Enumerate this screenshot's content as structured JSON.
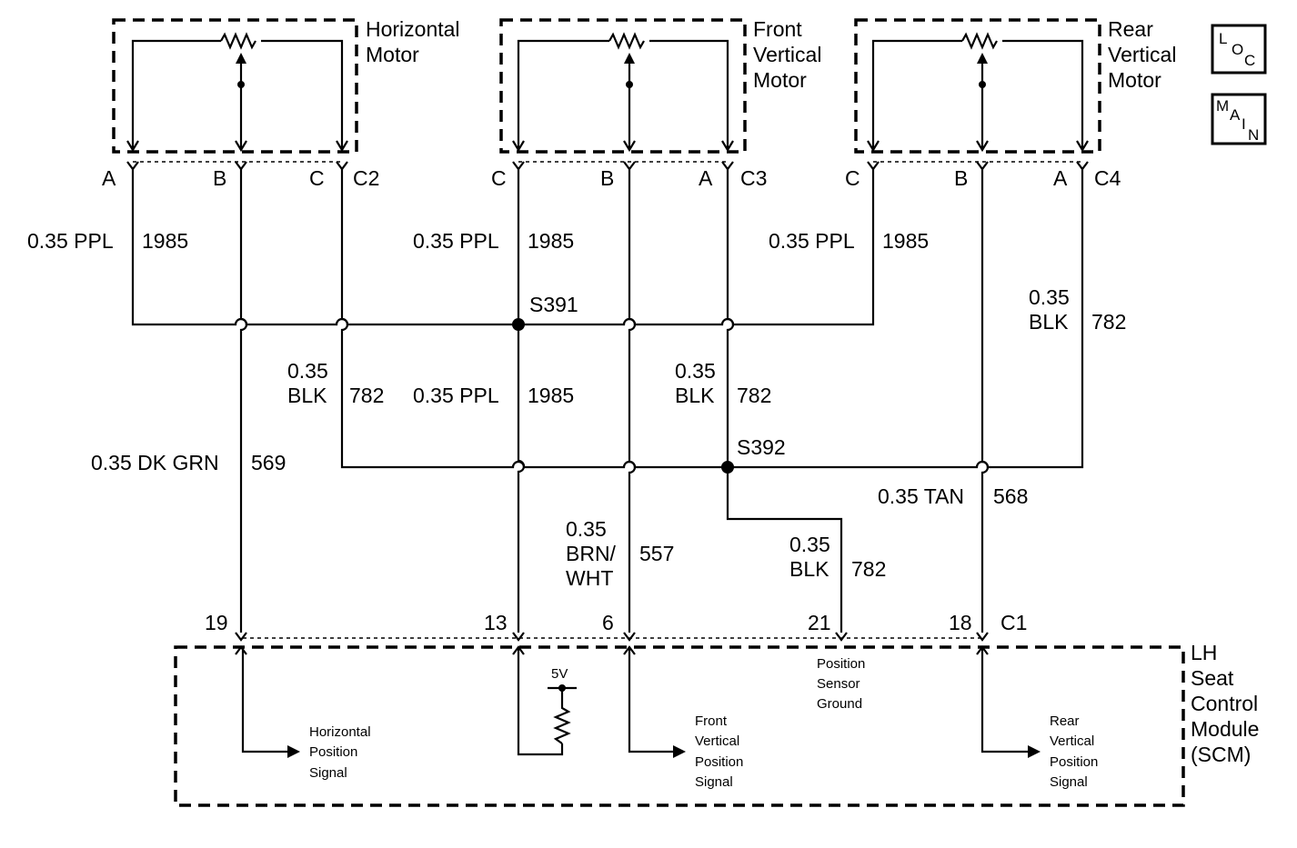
{
  "components": {
    "horizontal_motor": [
      "Horizontal",
      "Motor"
    ],
    "front_vertical_motor": [
      "Front",
      "Vertical",
      "Motor"
    ],
    "rear_vertical_motor": [
      "Rear",
      "Vertical",
      "Motor"
    ],
    "module": [
      "LH",
      "Seat",
      "Control",
      "Module",
      "(SCM)"
    ]
  },
  "badges": {
    "loc": [
      "L",
      "O",
      "C"
    ],
    "main": [
      "M",
      "A",
      "I",
      "N"
    ]
  },
  "connectors": {
    "c2": {
      "name": "C2",
      "pins": [
        "A",
        "B",
        "C"
      ]
    },
    "c3": {
      "name": "C3",
      "pins": [
        "C",
        "B",
        "A"
      ]
    },
    "c4": {
      "name": "C4",
      "pins": [
        "C",
        "B",
        "A"
      ]
    },
    "c1": {
      "name": "C1",
      "pins": [
        "19",
        "13",
        "6",
        "21",
        "18"
      ]
    }
  },
  "splices": {
    "s391": "S391",
    "s392": "S392"
  },
  "wires": {
    "ppl_a": {
      "gauge_color": "0.35 PPL",
      "circuit": "1985"
    },
    "ppl_b": {
      "gauge_color": "0.35 PPL",
      "circuit": "1985"
    },
    "ppl_c": {
      "gauge_color": "0.35 PPL",
      "circuit": "1985"
    },
    "ppl_d": {
      "gauge_color": "0.35 PPL",
      "circuit": "1985"
    },
    "blk_a": {
      "gauge": "0.35",
      "color": "BLK",
      "circuit": "782"
    },
    "blk_b": {
      "gauge": "0.35",
      "color": "BLK",
      "circuit": "782"
    },
    "blk_c": {
      "gauge": "0.35",
      "color": "BLK",
      "circuit": "782"
    },
    "blk_d": {
      "gauge": "0.35",
      "color": "BLK",
      "circuit": "782"
    },
    "dkgrn": {
      "gauge_color": "0.35 DK GRN",
      "circuit": "569"
    },
    "tan": {
      "gauge_color": "0.35 TAN",
      "circuit": "568"
    },
    "brnwht": {
      "gauge": "0.35",
      "color1": "BRN/",
      "color2": "WHT",
      "circuit": "557"
    }
  },
  "internal": {
    "five_v": "5V",
    "horizontal_signal": [
      "Horizontal",
      "Position",
      "Signal"
    ],
    "front_signal": [
      "Front",
      "Vertical",
      "Position",
      "Signal"
    ],
    "rear_signal": [
      "Rear",
      "Vertical",
      "Position",
      "Signal"
    ],
    "sensor_ground": [
      "Position",
      "Sensor",
      "Ground"
    ]
  }
}
